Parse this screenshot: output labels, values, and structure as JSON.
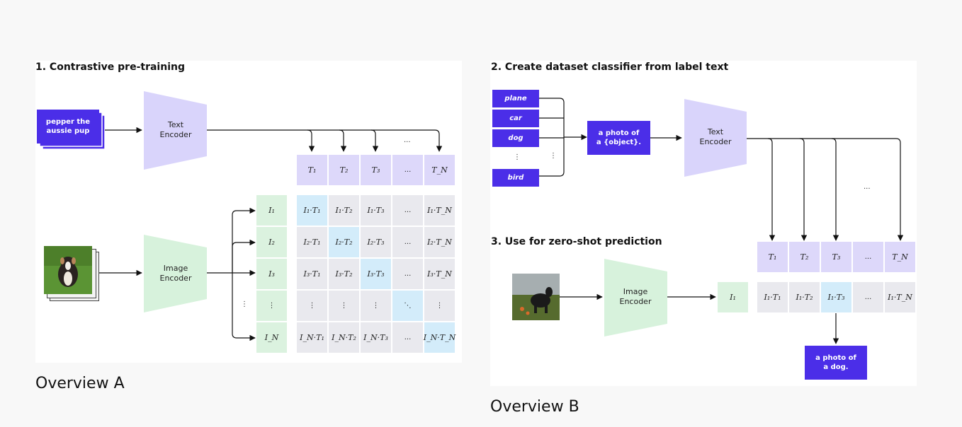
{
  "overview_a": {
    "caption": "Overview A",
    "section_title": "1. Contrastive pre-training",
    "input_text": "pepper the\naussie pup",
    "text_encoder": "Text\nEncoder",
    "image_encoder": "Image\nEncoder",
    "text_embeddings": [
      "T₁",
      "T₂",
      "T₃",
      "...",
      "T_N"
    ],
    "image_embeddings": [
      "I₁",
      "I₂",
      "I₃",
      "⋮",
      "I_N"
    ],
    "matrix": [
      [
        "I₁·T₁",
        "I₁·T₂",
        "I₁·T₃",
        "...",
        "I₁·T_N"
      ],
      [
        "I₂·T₁",
        "I₂·T₂",
        "I₂·T₃",
        "...",
        "I₂·T_N"
      ],
      [
        "I₃·T₁",
        "I₃·T₂",
        "I₃·T₃",
        "...",
        "I₃·T_N"
      ],
      [
        "⋮",
        "⋮",
        "⋮",
        "⋱",
        "⋮"
      ],
      [
        "I_N·T₁",
        "I_N·T₂",
        "I_N·T₃",
        "...",
        "I_N·T_N"
      ]
    ],
    "top_dots": "...",
    "side_dots": "⋮"
  },
  "overview_b": {
    "caption": "Overview B",
    "section2_title": "2. Create dataset classifier from label text",
    "section3_title": "3. Use for zero-shot prediction",
    "labels": [
      "plane",
      "car",
      "dog",
      "⋮",
      "bird"
    ],
    "label_side_dots": "⋮",
    "template": "a photo of\na {object}.",
    "text_encoder": "Text\nEncoder",
    "image_encoder": "Image\nEncoder",
    "text_embeddings": [
      "T₁",
      "T₂",
      "T₃",
      "...",
      "T_N"
    ],
    "image_embedding": "I₁",
    "scores": [
      "I₁·T₁",
      "I₁·T₂",
      "I₁·T₃",
      "...",
      "I₁·T_N"
    ],
    "mid_dots": "...",
    "prediction": "a photo of\na dog."
  },
  "colors": {
    "box": "#4b2ee8",
    "text_encoder": "#d9d4fb",
    "image_encoder": "#d7f2dc",
    "diagonal": "#d3ecfa",
    "grey_cell": "#e9e9ee"
  }
}
